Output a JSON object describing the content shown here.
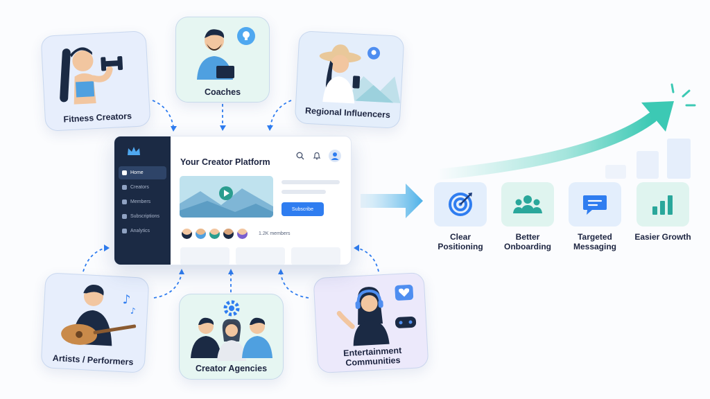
{
  "audiences": [
    {
      "key": "fitness",
      "label": "Fitness Creators"
    },
    {
      "key": "coaches",
      "label": "Coaches"
    },
    {
      "key": "regional",
      "label": "Regional Influencers"
    },
    {
      "key": "artists",
      "label": "Artists / Performers"
    },
    {
      "key": "agencies",
      "label": "Creator Agencies"
    },
    {
      "key": "entertainment",
      "label": "Entertainment Communities"
    }
  ],
  "platform": {
    "title": "Your Creator Platform",
    "nav": [
      "Home",
      "Creators",
      "Members",
      "Subscriptions",
      "Analytics"
    ],
    "active_nav": "Home",
    "subscribe_label": "Subscribe",
    "members_label": "1.2K members"
  },
  "benefits": [
    {
      "label": "Clear Positioning",
      "icon": "target-icon"
    },
    {
      "label": "Better Onboarding",
      "icon": "people-icon"
    },
    {
      "label": "Targeted Messaging",
      "icon": "chat-icon"
    },
    {
      "label": "Easier Growth",
      "icon": "bar-chart-icon"
    }
  ],
  "colors": {
    "accent_blue": "#2f7df0",
    "teal": "#3cc9b4",
    "sidebar_navy": "#1b2a44"
  }
}
